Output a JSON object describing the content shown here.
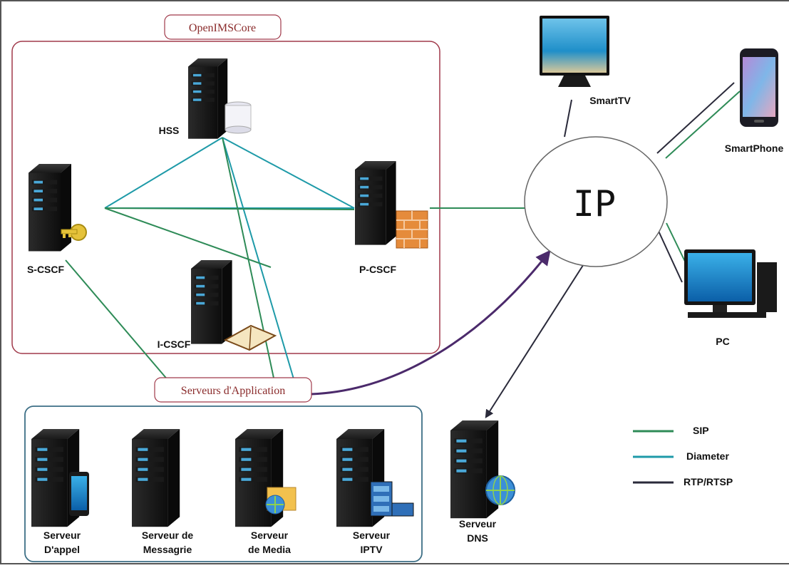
{
  "groups": {
    "ims_core": "OpenIMSCore",
    "app_servers": "Serveurs d'Application"
  },
  "core_nodes": {
    "hss": "HSS",
    "scscf": "S-CSCF",
    "pcscf": "P-CSCF",
    "icscf": "I-CSCF"
  },
  "network": {
    "ip": "IP"
  },
  "devices": {
    "smarttv": "SmartTV",
    "smartphone": "SmartPhone",
    "pc": "PC"
  },
  "app_servers": [
    {
      "line1": "Serveur",
      "line2": "D'appel"
    },
    {
      "line1": "Serveur de",
      "line2": "Messagrie"
    },
    {
      "line1": "Serveur",
      "line2": "de Media"
    },
    {
      "line1": "Serveur",
      "line2": "IPTV"
    }
  ],
  "dns": {
    "line1": "Serveur",
    "line2": "DNS"
  },
  "legend": [
    {
      "label": "SIP",
      "color": "#2e8b57"
    },
    {
      "label": "Diameter",
      "color": "#1e9aa8"
    },
    {
      "label": "RTP/RTSP",
      "color": "#2a2a3a"
    }
  ],
  "colors": {
    "sip": "#2e8b57",
    "diameter": "#1e9aa8",
    "rtp": "#2a2a3a",
    "ims_border": "#a0394a",
    "app_border": "#3d6f86",
    "arrow": "#4b2a6b"
  }
}
